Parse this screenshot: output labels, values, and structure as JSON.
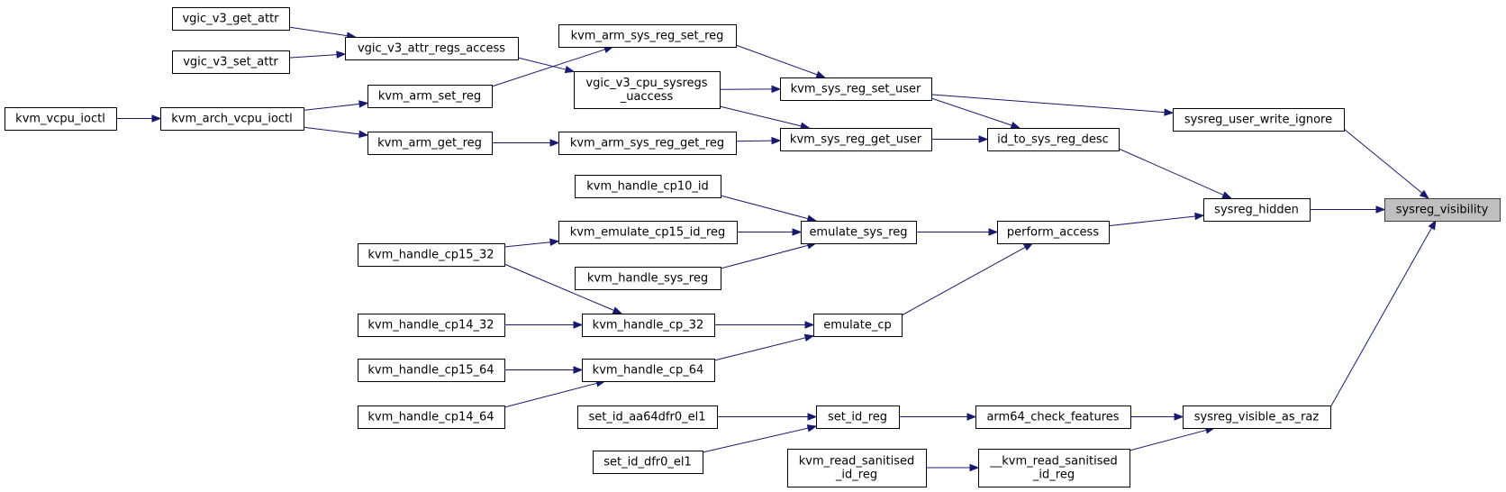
{
  "diagram": {
    "type": "call-graph",
    "colors": {
      "edge": "#191970",
      "node_border": "#000000",
      "root_fill": "#bfbfbf",
      "node_fill": "#ffffff"
    },
    "nodes": [
      {
        "id": "vgic_v3_get_attr",
        "lines": [
          "vgic_v3_get_attr"
        ]
      },
      {
        "id": "vgic_v3_set_attr",
        "lines": [
          "vgic_v3_set_attr"
        ]
      },
      {
        "id": "vgic_v3_attr_regs_access",
        "lines": [
          "vgic_v3_attr_regs_access"
        ]
      },
      {
        "id": "kvm_vcpu_ioctl",
        "lines": [
          "kvm_vcpu_ioctl"
        ]
      },
      {
        "id": "kvm_arch_vcpu_ioctl",
        "lines": [
          "kvm_arch_vcpu_ioctl"
        ]
      },
      {
        "id": "kvm_arm_set_reg",
        "lines": [
          "kvm_arm_set_reg"
        ]
      },
      {
        "id": "kvm_arm_get_reg",
        "lines": [
          "kvm_arm_get_reg"
        ]
      },
      {
        "id": "kvm_arm_sys_reg_set_reg",
        "lines": [
          "kvm_arm_sys_reg_set_reg"
        ]
      },
      {
        "id": "vgic_v3_cpu_sysregs_uaccess",
        "lines": [
          "vgic_v3_cpu_sysregs",
          "_uaccess"
        ]
      },
      {
        "id": "kvm_arm_sys_reg_get_reg",
        "lines": [
          "kvm_arm_sys_reg_get_reg"
        ]
      },
      {
        "id": "kvm_sys_reg_set_user",
        "lines": [
          "kvm_sys_reg_set_user"
        ]
      },
      {
        "id": "kvm_sys_reg_get_user",
        "lines": [
          "kvm_sys_reg_get_user"
        ]
      },
      {
        "id": "id_to_sys_reg_desc",
        "lines": [
          "id_to_sys_reg_desc"
        ]
      },
      {
        "id": "sysreg_user_write_ignore",
        "lines": [
          "sysreg_user_write_ignore"
        ]
      },
      {
        "id": "kvm_handle_cp10_id",
        "lines": [
          "kvm_handle_cp10_id"
        ]
      },
      {
        "id": "kvm_emulate_cp15_id_reg",
        "lines": [
          "kvm_emulate_cp15_id_reg"
        ]
      },
      {
        "id": "kvm_handle_sys_reg",
        "lines": [
          "kvm_handle_sys_reg"
        ]
      },
      {
        "id": "kvm_handle_cp15_32",
        "lines": [
          "kvm_handle_cp15_32"
        ]
      },
      {
        "id": "emulate_sys_reg",
        "lines": [
          "emulate_sys_reg"
        ]
      },
      {
        "id": "perform_access",
        "lines": [
          "perform_access"
        ]
      },
      {
        "id": "sysreg_hidden",
        "lines": [
          "sysreg_hidden"
        ]
      },
      {
        "id": "sysreg_visibility",
        "lines": [
          "sysreg_visibility"
        ],
        "root": true
      },
      {
        "id": "kvm_handle_cp14_32",
        "lines": [
          "kvm_handle_cp14_32"
        ]
      },
      {
        "id": "kvm_handle_cp_32",
        "lines": [
          "kvm_handle_cp_32"
        ]
      },
      {
        "id": "emulate_cp",
        "lines": [
          "emulate_cp"
        ]
      },
      {
        "id": "kvm_handle_cp15_64",
        "lines": [
          "kvm_handle_cp15_64"
        ]
      },
      {
        "id": "kvm_handle_cp_64",
        "lines": [
          "kvm_handle_cp_64"
        ]
      },
      {
        "id": "kvm_handle_cp14_64",
        "lines": [
          "kvm_handle_cp14_64"
        ]
      },
      {
        "id": "set_id_aa64dfr0_el1",
        "lines": [
          "set_id_aa64dfr0_el1"
        ]
      },
      {
        "id": "set_id_dfr0_el1",
        "lines": [
          "set_id_dfr0_el1"
        ]
      },
      {
        "id": "set_id_reg",
        "lines": [
          "set_id_reg"
        ]
      },
      {
        "id": "arm64_check_features",
        "lines": [
          "arm64_check_features"
        ]
      },
      {
        "id": "sysreg_visible_as_raz",
        "lines": [
          "sysreg_visible_as_raz"
        ]
      },
      {
        "id": "kvm_read_sanitised_id_reg",
        "lines": [
          "kvm_read_sanitised",
          "_id_reg"
        ]
      },
      {
        "id": "__kvm_read_sanitised_id_reg",
        "lines": [
          "__kvm_read_sanitised",
          "_id_reg"
        ]
      }
    ],
    "edges": [
      {
        "from": "vgic_v3_get_attr",
        "to": "vgic_v3_attr_regs_access"
      },
      {
        "from": "vgic_v3_set_attr",
        "to": "vgic_v3_attr_regs_access"
      },
      {
        "from": "vgic_v3_attr_regs_access",
        "to": "vgic_v3_cpu_sysregs_uaccess"
      },
      {
        "from": "kvm_vcpu_ioctl",
        "to": "kvm_arch_vcpu_ioctl"
      },
      {
        "from": "kvm_arch_vcpu_ioctl",
        "to": "kvm_arm_set_reg"
      },
      {
        "from": "kvm_arch_vcpu_ioctl",
        "to": "kvm_arm_get_reg"
      },
      {
        "from": "kvm_arm_set_reg",
        "to": "kvm_arm_sys_reg_set_reg"
      },
      {
        "from": "kvm_arm_get_reg",
        "to": "kvm_arm_sys_reg_get_reg"
      },
      {
        "from": "kvm_arm_sys_reg_set_reg",
        "to": "kvm_sys_reg_set_user"
      },
      {
        "from": "vgic_v3_cpu_sysregs_uaccess",
        "to": "kvm_sys_reg_set_user"
      },
      {
        "from": "vgic_v3_cpu_sysregs_uaccess",
        "to": "kvm_sys_reg_get_user"
      },
      {
        "from": "kvm_arm_sys_reg_get_reg",
        "to": "kvm_sys_reg_get_user"
      },
      {
        "from": "kvm_sys_reg_set_user",
        "to": "sysreg_user_write_ignore"
      },
      {
        "from": "kvm_sys_reg_set_user",
        "to": "id_to_sys_reg_desc"
      },
      {
        "from": "kvm_sys_reg_get_user",
        "to": "id_to_sys_reg_desc"
      },
      {
        "from": "id_to_sys_reg_desc",
        "to": "sysreg_hidden"
      },
      {
        "from": "sysreg_user_write_ignore",
        "to": "sysreg_visibility"
      },
      {
        "from": "kvm_handle_cp10_id",
        "to": "emulate_sys_reg"
      },
      {
        "from": "kvm_emulate_cp15_id_reg",
        "to": "emulate_sys_reg"
      },
      {
        "from": "kvm_handle_sys_reg",
        "to": "emulate_sys_reg"
      },
      {
        "from": "kvm_handle_cp15_32",
        "to": "kvm_emulate_cp15_id_reg"
      },
      {
        "from": "kvm_handle_cp15_32",
        "to": "kvm_handle_cp_32"
      },
      {
        "from": "emulate_sys_reg",
        "to": "perform_access"
      },
      {
        "from": "perform_access",
        "to": "sysreg_hidden"
      },
      {
        "from": "sysreg_hidden",
        "to": "sysreg_visibility"
      },
      {
        "from": "kvm_handle_cp14_32",
        "to": "kvm_handle_cp_32"
      },
      {
        "from": "kvm_handle_cp_32",
        "to": "emulate_cp"
      },
      {
        "from": "emulate_cp",
        "to": "perform_access"
      },
      {
        "from": "kvm_handle_cp15_64",
        "to": "kvm_handle_cp_64"
      },
      {
        "from": "kvm_handle_cp14_64",
        "to": "kvm_handle_cp_64"
      },
      {
        "from": "kvm_handle_cp_64",
        "to": "emulate_cp"
      },
      {
        "from": "set_id_aa64dfr0_el1",
        "to": "set_id_reg"
      },
      {
        "from": "set_id_dfr0_el1",
        "to": "set_id_reg"
      },
      {
        "from": "set_id_reg",
        "to": "arm64_check_features"
      },
      {
        "from": "arm64_check_features",
        "to": "sysreg_visible_as_raz"
      },
      {
        "from": "kvm_read_sanitised_id_reg",
        "to": "__kvm_read_sanitised_id_reg"
      },
      {
        "from": "__kvm_read_sanitised_id_reg",
        "to": "sysreg_visible_as_raz"
      },
      {
        "from": "sysreg_visible_as_raz",
        "to": "sysreg_visibility"
      }
    ]
  }
}
